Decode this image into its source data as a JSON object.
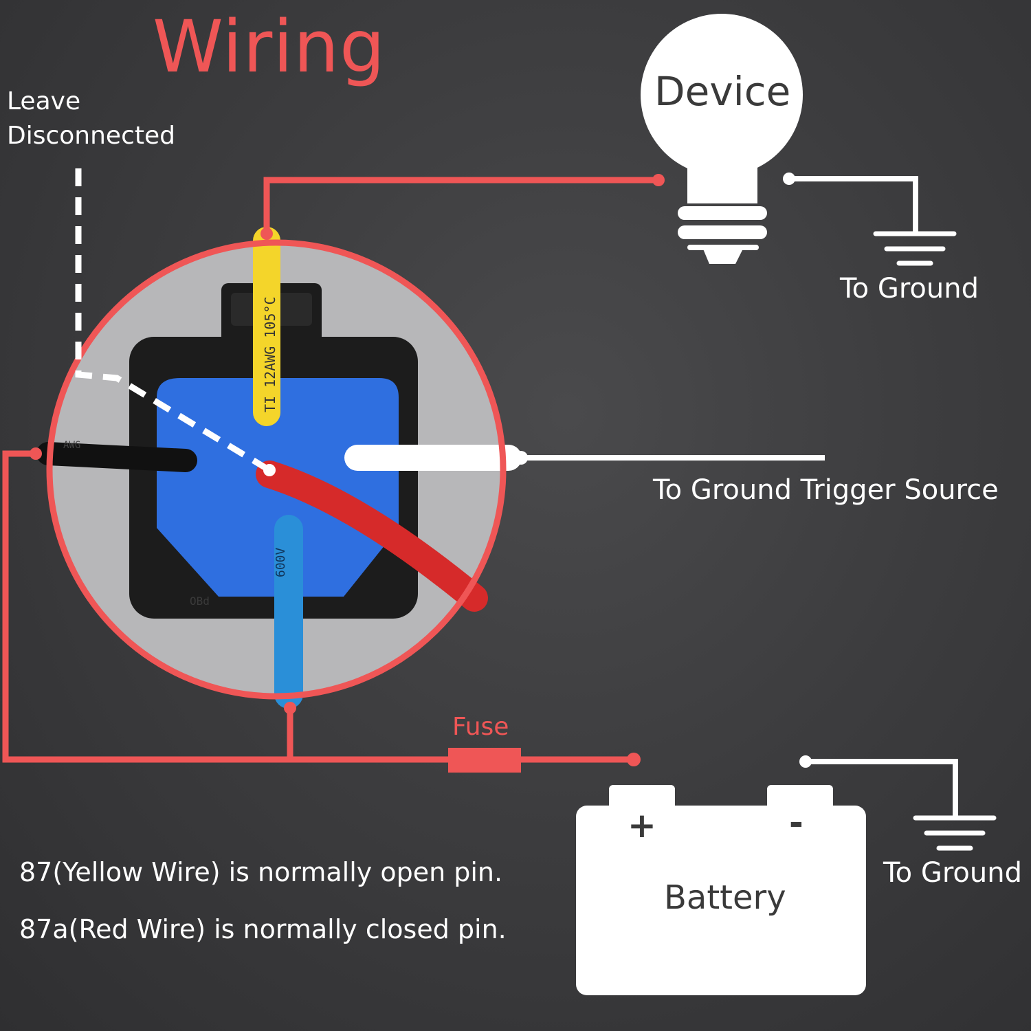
{
  "title": "Wiring",
  "leave_disconnected": {
    "line1": "Leave",
    "line2": "Disconnected"
  },
  "device": {
    "label": "Device"
  },
  "ground_top": "To Ground",
  "trigger": "To Ground Trigger Source",
  "fuse": "Fuse",
  "battery": {
    "label": "Battery",
    "plus": "+",
    "minus": "-"
  },
  "ground_bottom": "To Ground",
  "notes": [
    "87(Yellow Wire) is normally open pin.",
    "87a(Red Wire) is normally closed pin."
  ],
  "wire_prints": {
    "yellow": "TI 12AWG 105°C",
    "blue": "600V",
    "black": "AWG",
    "relay_base": "OBd"
  },
  "colors": {
    "accent_red": "#ef5656",
    "wire_yellow": "#f4d52a",
    "wire_red": "#d62a2a",
    "wire_blue": "#2a8fd8",
    "wire_white": "#ffffff",
    "wire_black": "#111111",
    "relay_blue": "#2f6fe0",
    "relay_housing": "#1c1c1c"
  }
}
